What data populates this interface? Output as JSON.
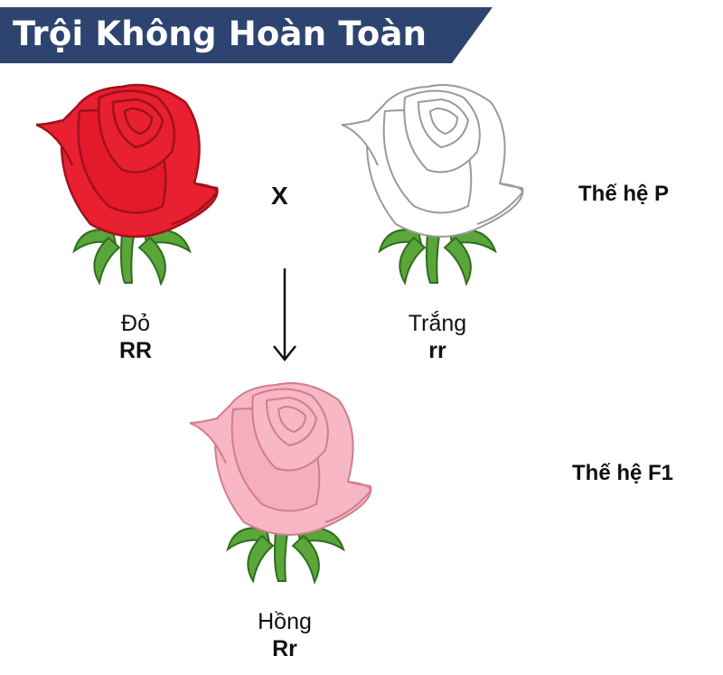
{
  "title": "Trội Không Hoàn Toàn",
  "cross_symbol": "X",
  "generations": {
    "p": "Thế hệ P",
    "f1": "Thế hệ F1"
  },
  "flowers": {
    "red": {
      "name": "Đỏ",
      "genotype": "RR",
      "fill": "#e8202f",
      "stroke": "#a0111d"
    },
    "white": {
      "name": "Trắng",
      "genotype": "rr",
      "fill": "#ffffff",
      "stroke": "#9a9a9a"
    },
    "pink": {
      "name": "Hồng",
      "genotype": "Rr",
      "fill": "#f7b7c4",
      "stroke": "#cf7e8f"
    }
  },
  "colors": {
    "banner": "#2e4470",
    "leaf": "#5aa63a",
    "leaf_stroke": "#2f6d1f"
  }
}
